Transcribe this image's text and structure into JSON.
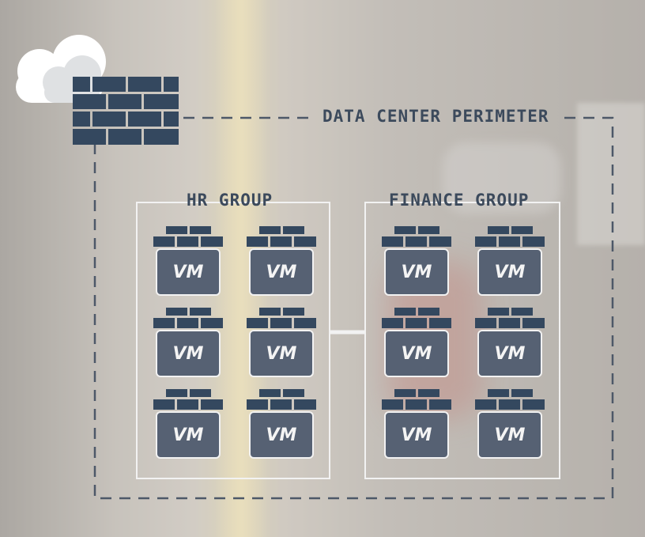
{
  "perimeter": {
    "label": "DATA CENTER PERIMETER"
  },
  "groups": [
    {
      "label": "HR GROUP",
      "vms": [
        "VM",
        "VM",
        "VM",
        "VM",
        "VM",
        "VM"
      ]
    },
    {
      "label": "FINANCE GROUP",
      "vms": [
        "VM",
        "VM",
        "VM",
        "VM",
        "VM",
        "VM"
      ]
    }
  ],
  "icons": {
    "internet": "cloud-icon",
    "perimeter_firewall": "firewall-brick-icon",
    "vm_firewall": "mini-firewall-icon"
  },
  "colors": {
    "navy": "#34485f",
    "vm_fill": "#566173",
    "outline": "#f2f2f2",
    "label": "#3c4a5c"
  }
}
